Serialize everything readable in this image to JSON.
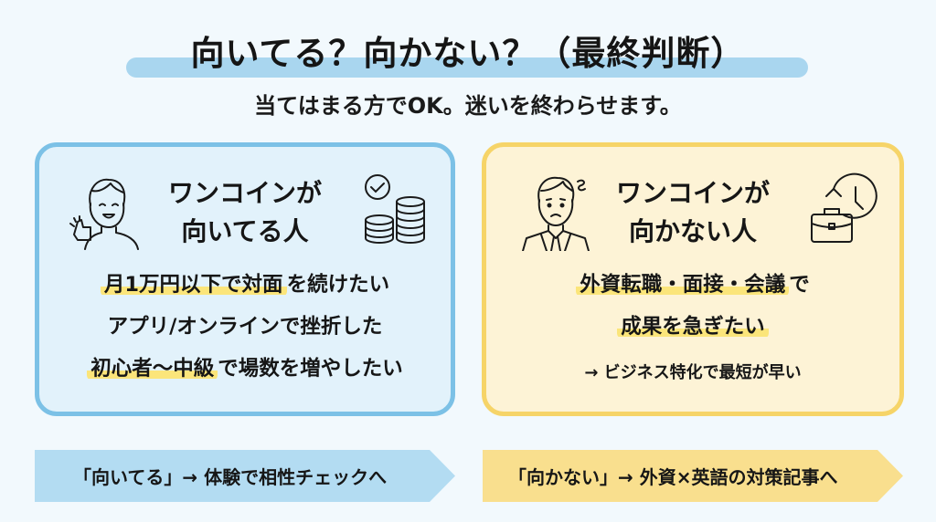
{
  "header": {
    "title": "向いてる？向かない？（最終判断）",
    "subtitle": "当てはまる方でOK。迷いを終わらせます。"
  },
  "cards": [
    {
      "title_line1": "ワンコインが",
      "title_line2": "向いてる人",
      "left_icon": "thumbs-up-person-icon",
      "right_icon": "coins-check-icon",
      "lines": [
        {
          "highlight": "月1万円以下で対面",
          "rest": "を続けたい"
        },
        {
          "highlight": "",
          "rest": "アプリ/オンラインで挫折した"
        },
        {
          "highlight": "初心者〜中級",
          "rest": "で場数を増やしたい"
        }
      ],
      "border_color": "#7cc1e6",
      "bg_color": "#e2f2fb"
    },
    {
      "title_line1": "ワンコインが",
      "title_line2": "向かない人",
      "left_icon": "confused-businessman-icon",
      "right_icon": "briefcase-clock-icon",
      "lines": [
        {
          "highlight": "外資転職・面接・会議",
          "rest": "で"
        },
        {
          "highlight": "成果を急ぎたい",
          "rest": ""
        }
      ],
      "note": "→ ビジネス特化で最短が早い",
      "border_color": "#f6d468",
      "bg_color": "#fdf3d6"
    }
  ],
  "banners": [
    {
      "label": "「向いてる」→ 体験で相性チェックへ",
      "color": "#b3dcf2"
    },
    {
      "label": "「向かない」→ 外資×英語の対策記事へ",
      "color": "#f9df8e"
    }
  ]
}
